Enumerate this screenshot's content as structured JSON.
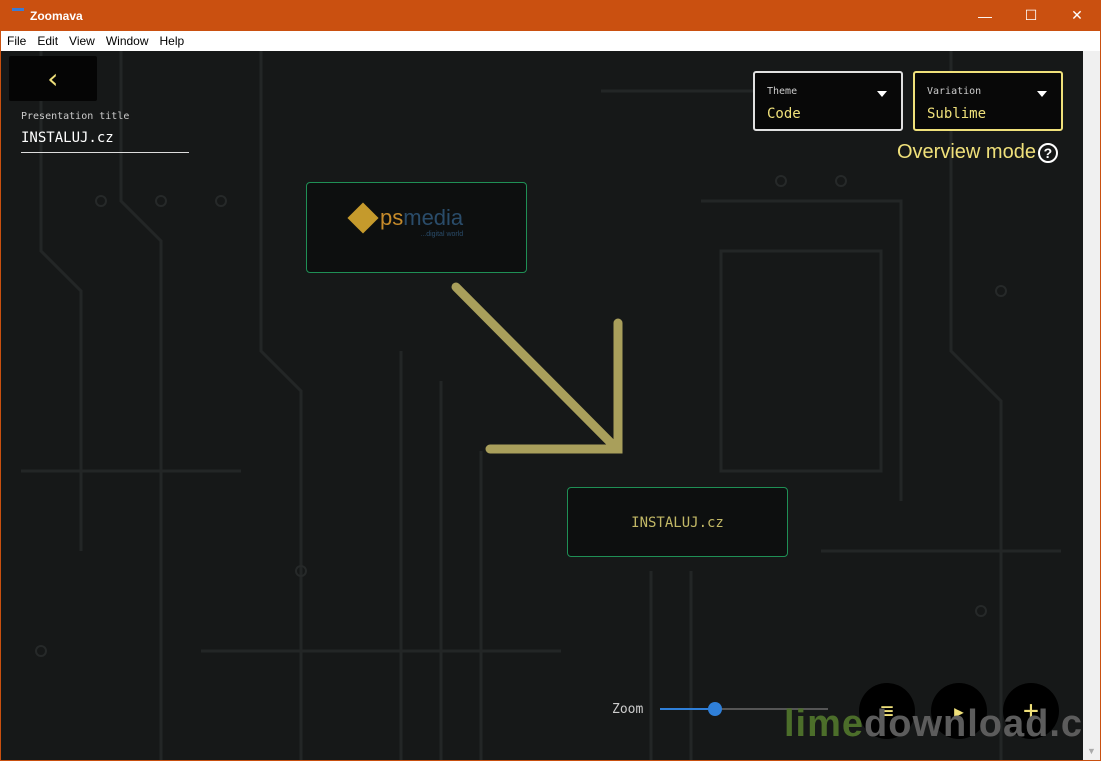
{
  "window": {
    "title": "Zoomava",
    "minimize": "—",
    "maximize": "☐",
    "close": "✕"
  },
  "menu": [
    "File",
    "Edit",
    "View",
    "Window",
    "Help"
  ],
  "sidebar": {
    "back_icon": "‹",
    "title_label": "Presentation title",
    "title_value": "INSTALUJ.cz"
  },
  "theme": {
    "label": "Theme",
    "value": "Code"
  },
  "variation": {
    "label": "Variation",
    "value": "Sublime"
  },
  "overview": {
    "label": "Overview mode",
    "help": "?"
  },
  "frames": [
    {
      "logo_ps": "ps",
      "logo_media": "media",
      "logo_tag": "...digital world"
    },
    {
      "text": "INSTALUJ.cz"
    }
  ],
  "zoom": {
    "label": "Zoom",
    "value_percent": 33
  },
  "fabs": {
    "list": "≡",
    "play": "▶",
    "add": "+"
  },
  "watermark": {
    "lime": "lime",
    "rest": "download.com"
  },
  "colors": {
    "accent": "#efe07a",
    "titlebar": "#ca5010",
    "frame_border": "#1f8f55",
    "slider": "#2f7fd8"
  }
}
